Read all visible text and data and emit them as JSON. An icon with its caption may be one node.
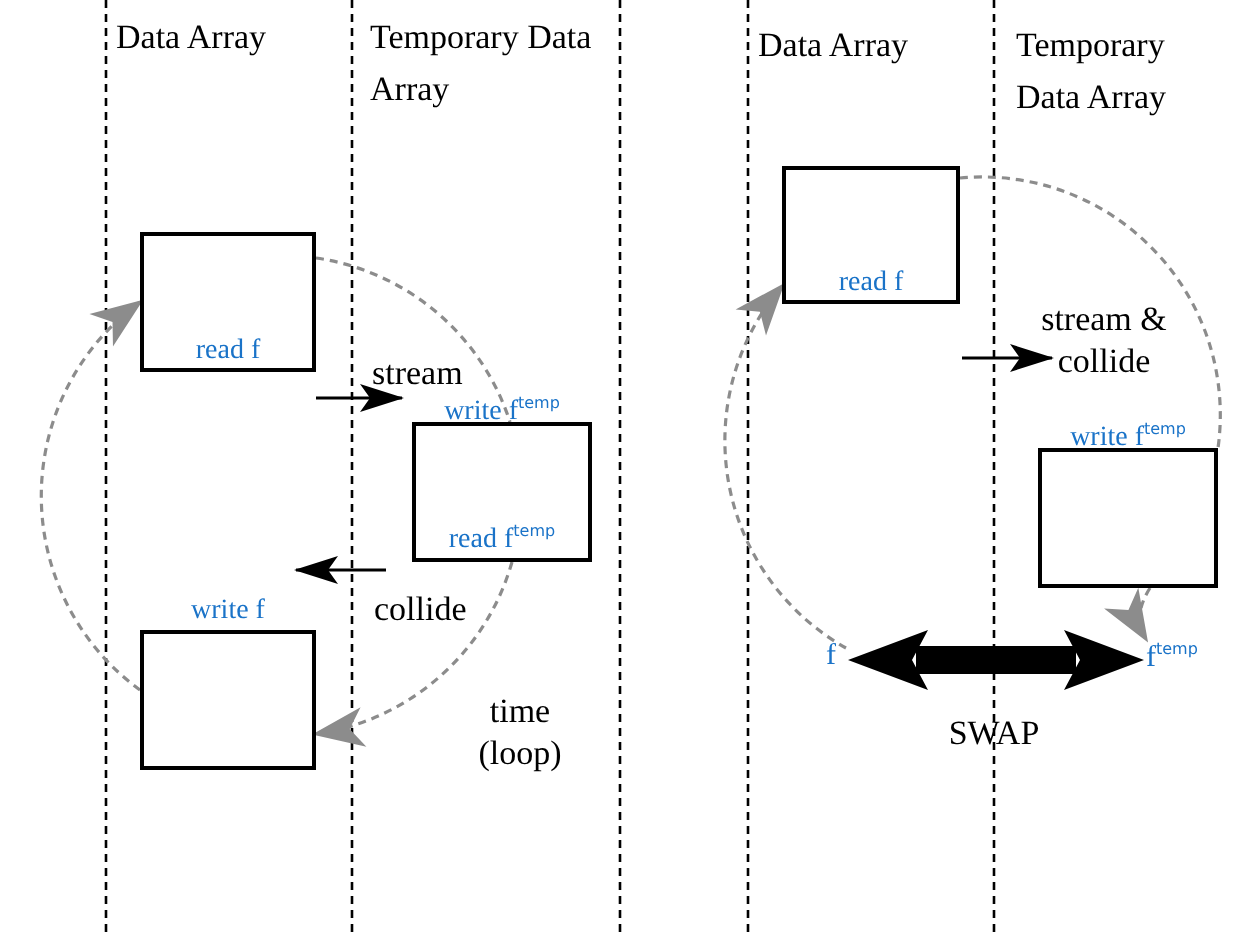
{
  "diagram": {
    "nodes": [
      {
        "text": [
          "read f"
        ]
      },
      {
        "text": [
          "write f$^{temp}$",
          "read f$^{temp}$"
        ]
      },
      {
        "text": [
          "write f"
        ]
      },
      {
        "text": [
          "read f"
        ]
      },
      {
        "text": [
          "write f$^{temp}$"
        ]
      },
      {
        "text": [
          "f"
        ]
      },
      {
        "text": [
          "f$^{temp}$"
        ]
      }
    ],
    "edges": [
      {
        "from": 0,
        "to": 1,
        "arrow": "to",
        "label": "stream",
        "color": "#000000"
      },
      {
        "from": 1,
        "to": 2,
        "arrow": "to",
        "label": "collide",
        "color": "#000000"
      },
      {
        "from": 1,
        "to": 2,
        "arrow": "to",
        "label": "time (loop)",
        "style": "dashed"
      },
      {
        "from": 2,
        "to": 0,
        "arrow": "to",
        "style": "dashed"
      },
      {
        "from": 0,
        "to": 1,
        "arrow": "none",
        "style": "dashed"
      },
      {
        "from": 3,
        "to": 4,
        "arrow": "to",
        "label": "stream & collide",
        "color": "#000000"
      },
      {
        "from": 3,
        "to": 4,
        "arrow": "none",
        "style": "dashed"
      },
      {
        "from": 4,
        "to": 6,
        "arrow": "to",
        "style": "dashed"
      },
      {
        "from": 5,
        "to": 3,
        "arrow": "to",
        "style": "dashed"
      },
      {
        "from": 5,
        "to": 6,
        "arrow": "both",
        "label": "SWAP",
        "style": "thick",
        "color": "#000000"
      }
    ],
    "labels": [
      "Data Array",
      "Temporary Data Array",
      "Data Array",
      "Temporary Data Array"
    ]
  }
}
